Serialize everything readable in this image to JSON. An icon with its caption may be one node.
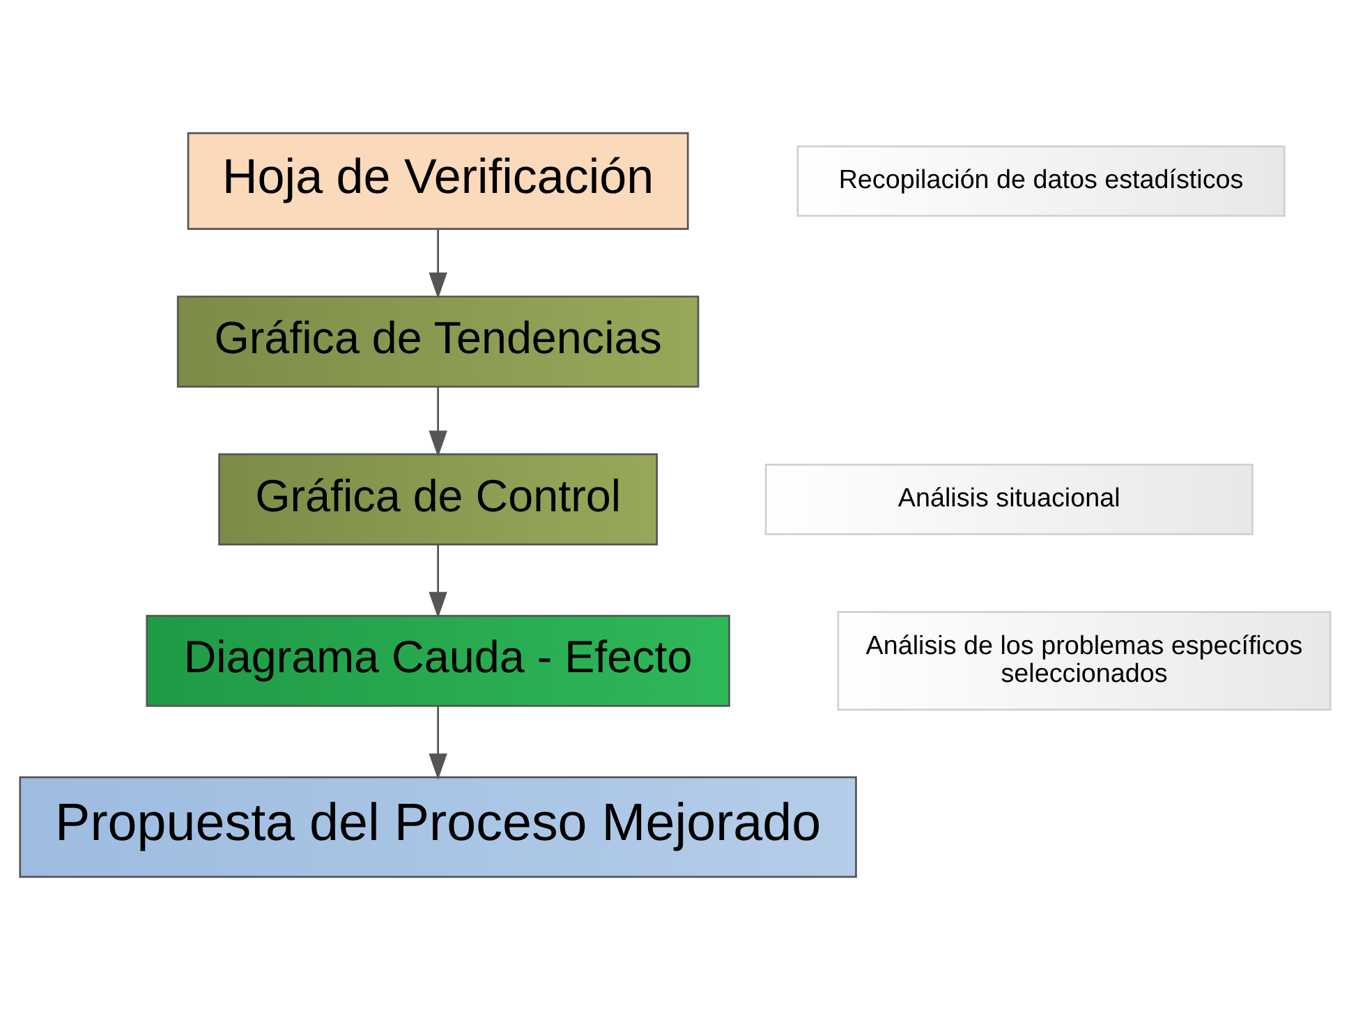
{
  "diagram": {
    "nodes": [
      {
        "text": [
          "Hoja de Verificación"
        ]
      },
      {
        "text": [
          "Gráfica de Tendencias"
        ]
      },
      {
        "text": [
          "Gráfica de Control"
        ]
      },
      {
        "text": [
          "Diagrama Cauda - Efecto"
        ]
      },
      {
        "text": [
          "Propuesta del Proceso Mejorado"
        ]
      },
      {
        "text": [
          "Recopilación de datos estadísticos"
        ]
      },
      {
        "text": [
          "Análisis situacional"
        ]
      },
      {
        "text": [
          "Análisis de los problemas específicos seleccionados"
        ]
      }
    ],
    "edges": [
      {
        "from": 0,
        "to": 1,
        "arrow": "to"
      },
      {
        "from": 1,
        "to": 2,
        "arrow": "to"
      },
      {
        "from": 2,
        "to": 3,
        "arrow": "to"
      },
      {
        "from": 3,
        "to": 4,
        "arrow": "to"
      }
    ]
  }
}
